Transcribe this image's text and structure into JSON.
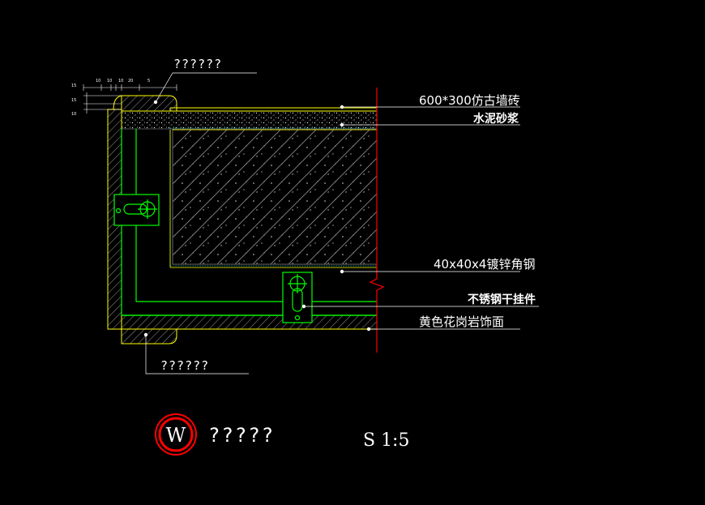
{
  "labels": {
    "tile": "600*300仿古墙砖",
    "mortar": "水泥砂浆",
    "angle_steel": "40x40x4镀锌角钢",
    "hanger": "不锈钢干挂件",
    "granite": "黄色花岗岩饰面",
    "top_left": "??????",
    "bottom_left": "??????"
  },
  "dimensions": [
    "10",
    "10",
    "10",
    "20",
    "5",
    "15",
    "15",
    "10"
  ],
  "title_block": {
    "symbol": "W",
    "title": "?????",
    "scale": "S 1:5"
  },
  "colors": {
    "background": "#000000",
    "outline_yellow": "#ffff00",
    "frame_green": "#00ff00",
    "break_red": "#ff0000",
    "leader_white": "#ffffff"
  }
}
